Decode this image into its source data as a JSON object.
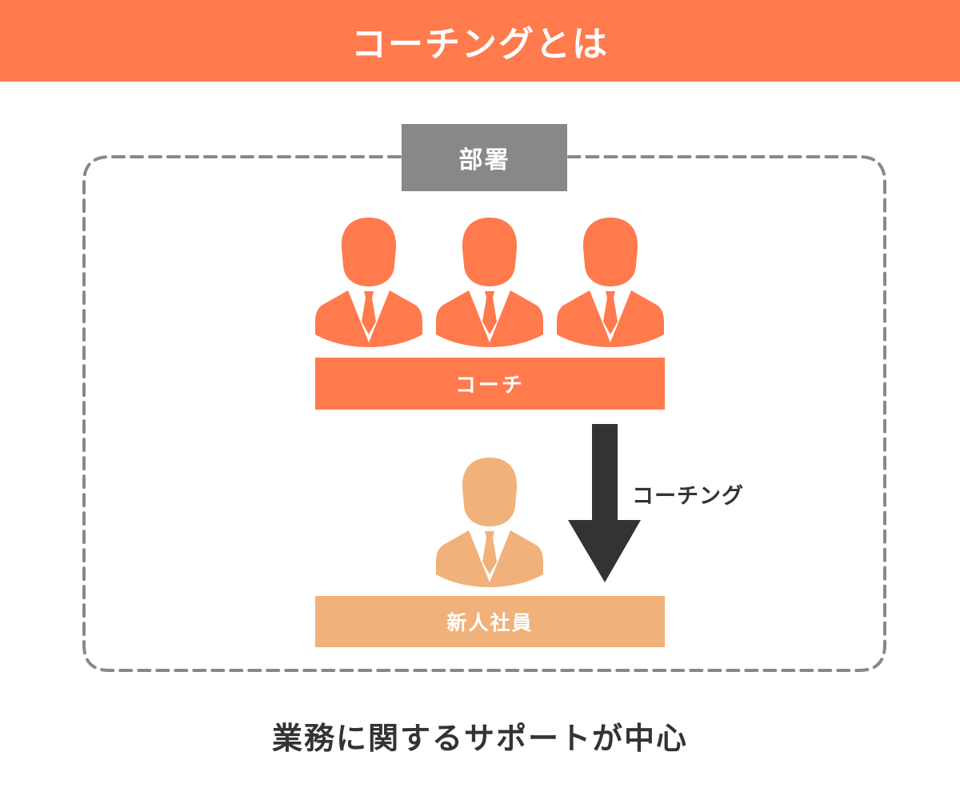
{
  "header": {
    "title": "コーチングとは"
  },
  "department": {
    "label": "部署"
  },
  "coach": {
    "label": "コーチ",
    "count": 3
  },
  "arrow": {
    "label": "コーチング"
  },
  "new_employee": {
    "label": "新人社員"
  },
  "footer": {
    "text": "業務に関するサポートが中心"
  },
  "colors": {
    "header": "#ff7a4d",
    "coach": "#ff7a4d",
    "new_employee": "#f0b27a",
    "department_label": "#888888",
    "frame_dash": "#888888",
    "arrow": "#333333",
    "text_dark": "#333333"
  }
}
